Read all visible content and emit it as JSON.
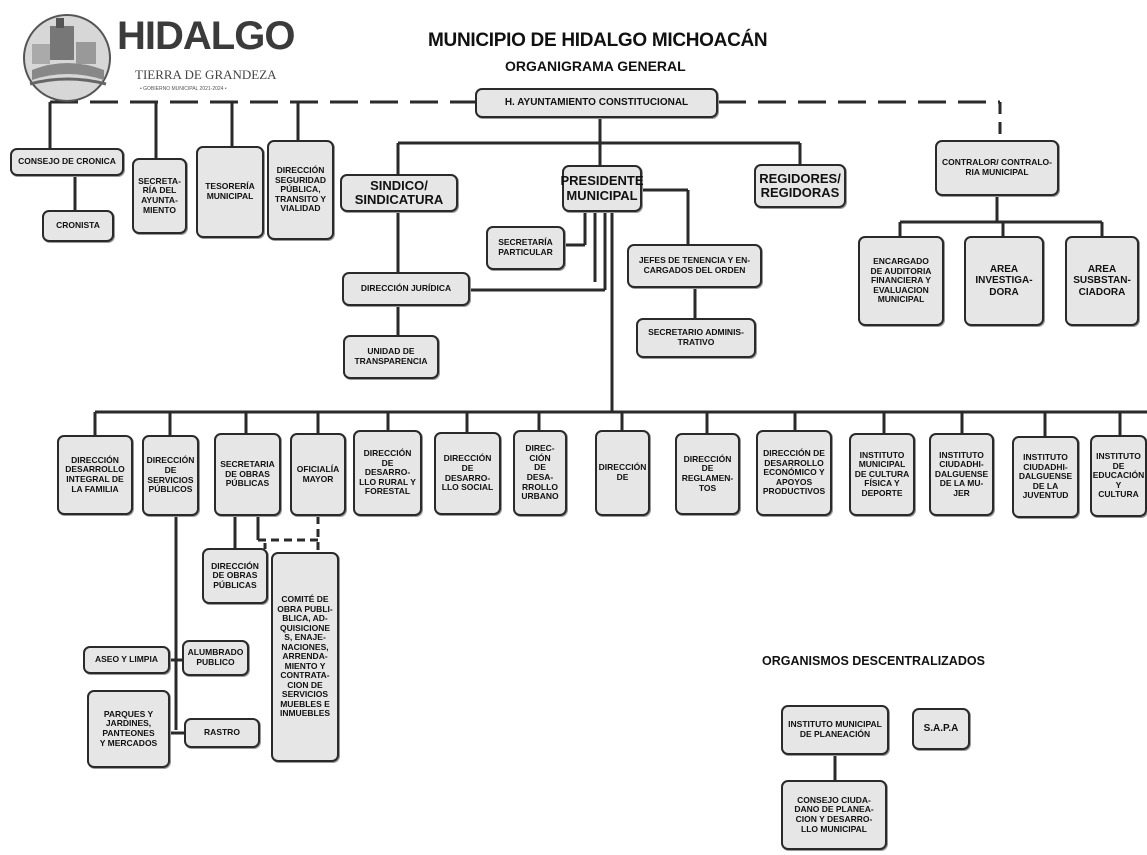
{
  "header": {
    "logo_text": "HIDALGO",
    "logo_sub": "TIERRA DE GRANDEZA",
    "logo_tiny": "• GOBIERNO MUNICIPAL 2021-2024 •",
    "title": "MUNICIPIO DE HIDALGO MICHOACÁN",
    "subtitle": "ORGANIGRAMA GENERAL"
  },
  "nodes": {
    "ayuntamiento": "H. AYUNTAMIENTO CONSTITUCIONAL",
    "consejo_cronica": "CONSEJO DE CRONICA",
    "cronista": "CRONISTA",
    "secretaria_ayuntamiento": "SECRETA-\nRÍA DEL\nAYUNTA-\nMIENTO",
    "tesoreria": "TESORERÍA\nMUNICIPAL",
    "seguridad": "DIRECCIÓN\nSEGURIDAD\nPÚBLICA,\nTRANSITO Y\nVIALIDAD",
    "sindico": "SINDICO/\nSINDICATURA",
    "presidente": "PRESIDENTE\nMUNICIPAL",
    "regidores": "REGIDORES/\nREGIDORAS",
    "contralor": "CONTRALOR/ CONTRALO-\nRIA MUNICIPAL",
    "secretaria_particular": "SECRETARÍA\nPARTICULAR",
    "jefes_tenencia": "JEFES DE TENENCIA Y EN-\nCARGADOS DEL ORDEN",
    "secretario_admin": "SECRETARIO ADMINIS-\nTRATIVO",
    "juridica": "DIRECCIÓN JURÍDICA",
    "transparencia": "UNIDAD DE\nTRANSPARENCIA",
    "auditoria": "ENCARGADO\nDE AUDITORIA\nFINANCIERA Y\nEVALUACION\nMUNICIPAL",
    "area_investigadora": "AREA\nINVESTIGA-\nDORA",
    "area_substanciadora": "AREA\nSUSBSTAN-\nCIADORA",
    "dif": "DIRECCIÓN\nDESARROLLO\nINTEGRAL DE\nLA FAMILIA",
    "servicios_publicos": "DIRECCIÓN\nDE\nSERVICIOS\nPÚBLICOS",
    "obras_publicas_sec": "SECRETARIA\nDE OBRAS\nPÚBLICAS",
    "oficialia": "OFICIALÍA\nMAYOR",
    "rural": "DIRECCIÓN\nDE\nDESARRO-\nLLO RURAL Y\nFORESTAL",
    "social": "DIRECCIÓN\nDE\nDESARRO-\nLLO SOCIAL",
    "urbano": "DIREC-\nCIÓN\nDE\nDESA-\nRROLLO\nURBANO",
    "direccion_de": "DIRECCIÓN\nDE",
    "reglamentos": "DIRECCIÓN\nDE\nREGLAMEN-\nTOS",
    "economico": "DIRECCIÓN DE\nDESARROLLO\nECONÓMICO Y\nAPOYOS\nPRODUCTIVOS",
    "cultura_fisica": "INSTITUTO\nMUNICIPAL\nDE CULTURA\nFÍSICA Y\nDEPORTE",
    "mujer": "INSTITUTO\nCIUDADHI-\nDALGUENSE\nDE LA MU-\nJER",
    "juventud": "INSTITUTO\nCIUDADHI-\nDALGUENSE\nDE LA\nJUVENTUD",
    "educacion": "INSTITUTO\nDE\nEDUCACIÓN\nY\nCULTURA",
    "dir_obras_publicas": "DIRECCIÓN\nDE OBRAS\nPÚBLICAS",
    "comite_obra": "COMITÉ DE\nOBRA PUBLI-\nBLICA, AD-\nQUISICIONE\nS, ENAJE-\nNACIONES,\nARRENDA-\nMIENTO Y\nCONTRATA-\nCION DE\nSERVICIOS\nMUEBLES E\nINMUEBLES",
    "aseo": "ASEO Y LIMPIA",
    "alumbrado": "ALUMBRADO\nPUBLICO",
    "parques": "PARQUES Y\nJARDINES,\nPANTEONES\nY MERCADOS",
    "rastro": "RASTRO",
    "implan": "INSTITUTO MUNICIPAL\nDE PLANEACIÓN",
    "sapa": "S.A.P.A",
    "consejo_planeacion": "CONSEJO CIUDA-\nDANO DE PLANEA-\nCION Y DESARRO-\nLLO MUNICIPAL"
  },
  "decentralized_title": "ORGANISMOS DESCENTRALIZADOS",
  "colors": {
    "box_fill": "#e6e6e6",
    "box_border": "#2a2a2a",
    "line": "#2a2a2a"
  }
}
